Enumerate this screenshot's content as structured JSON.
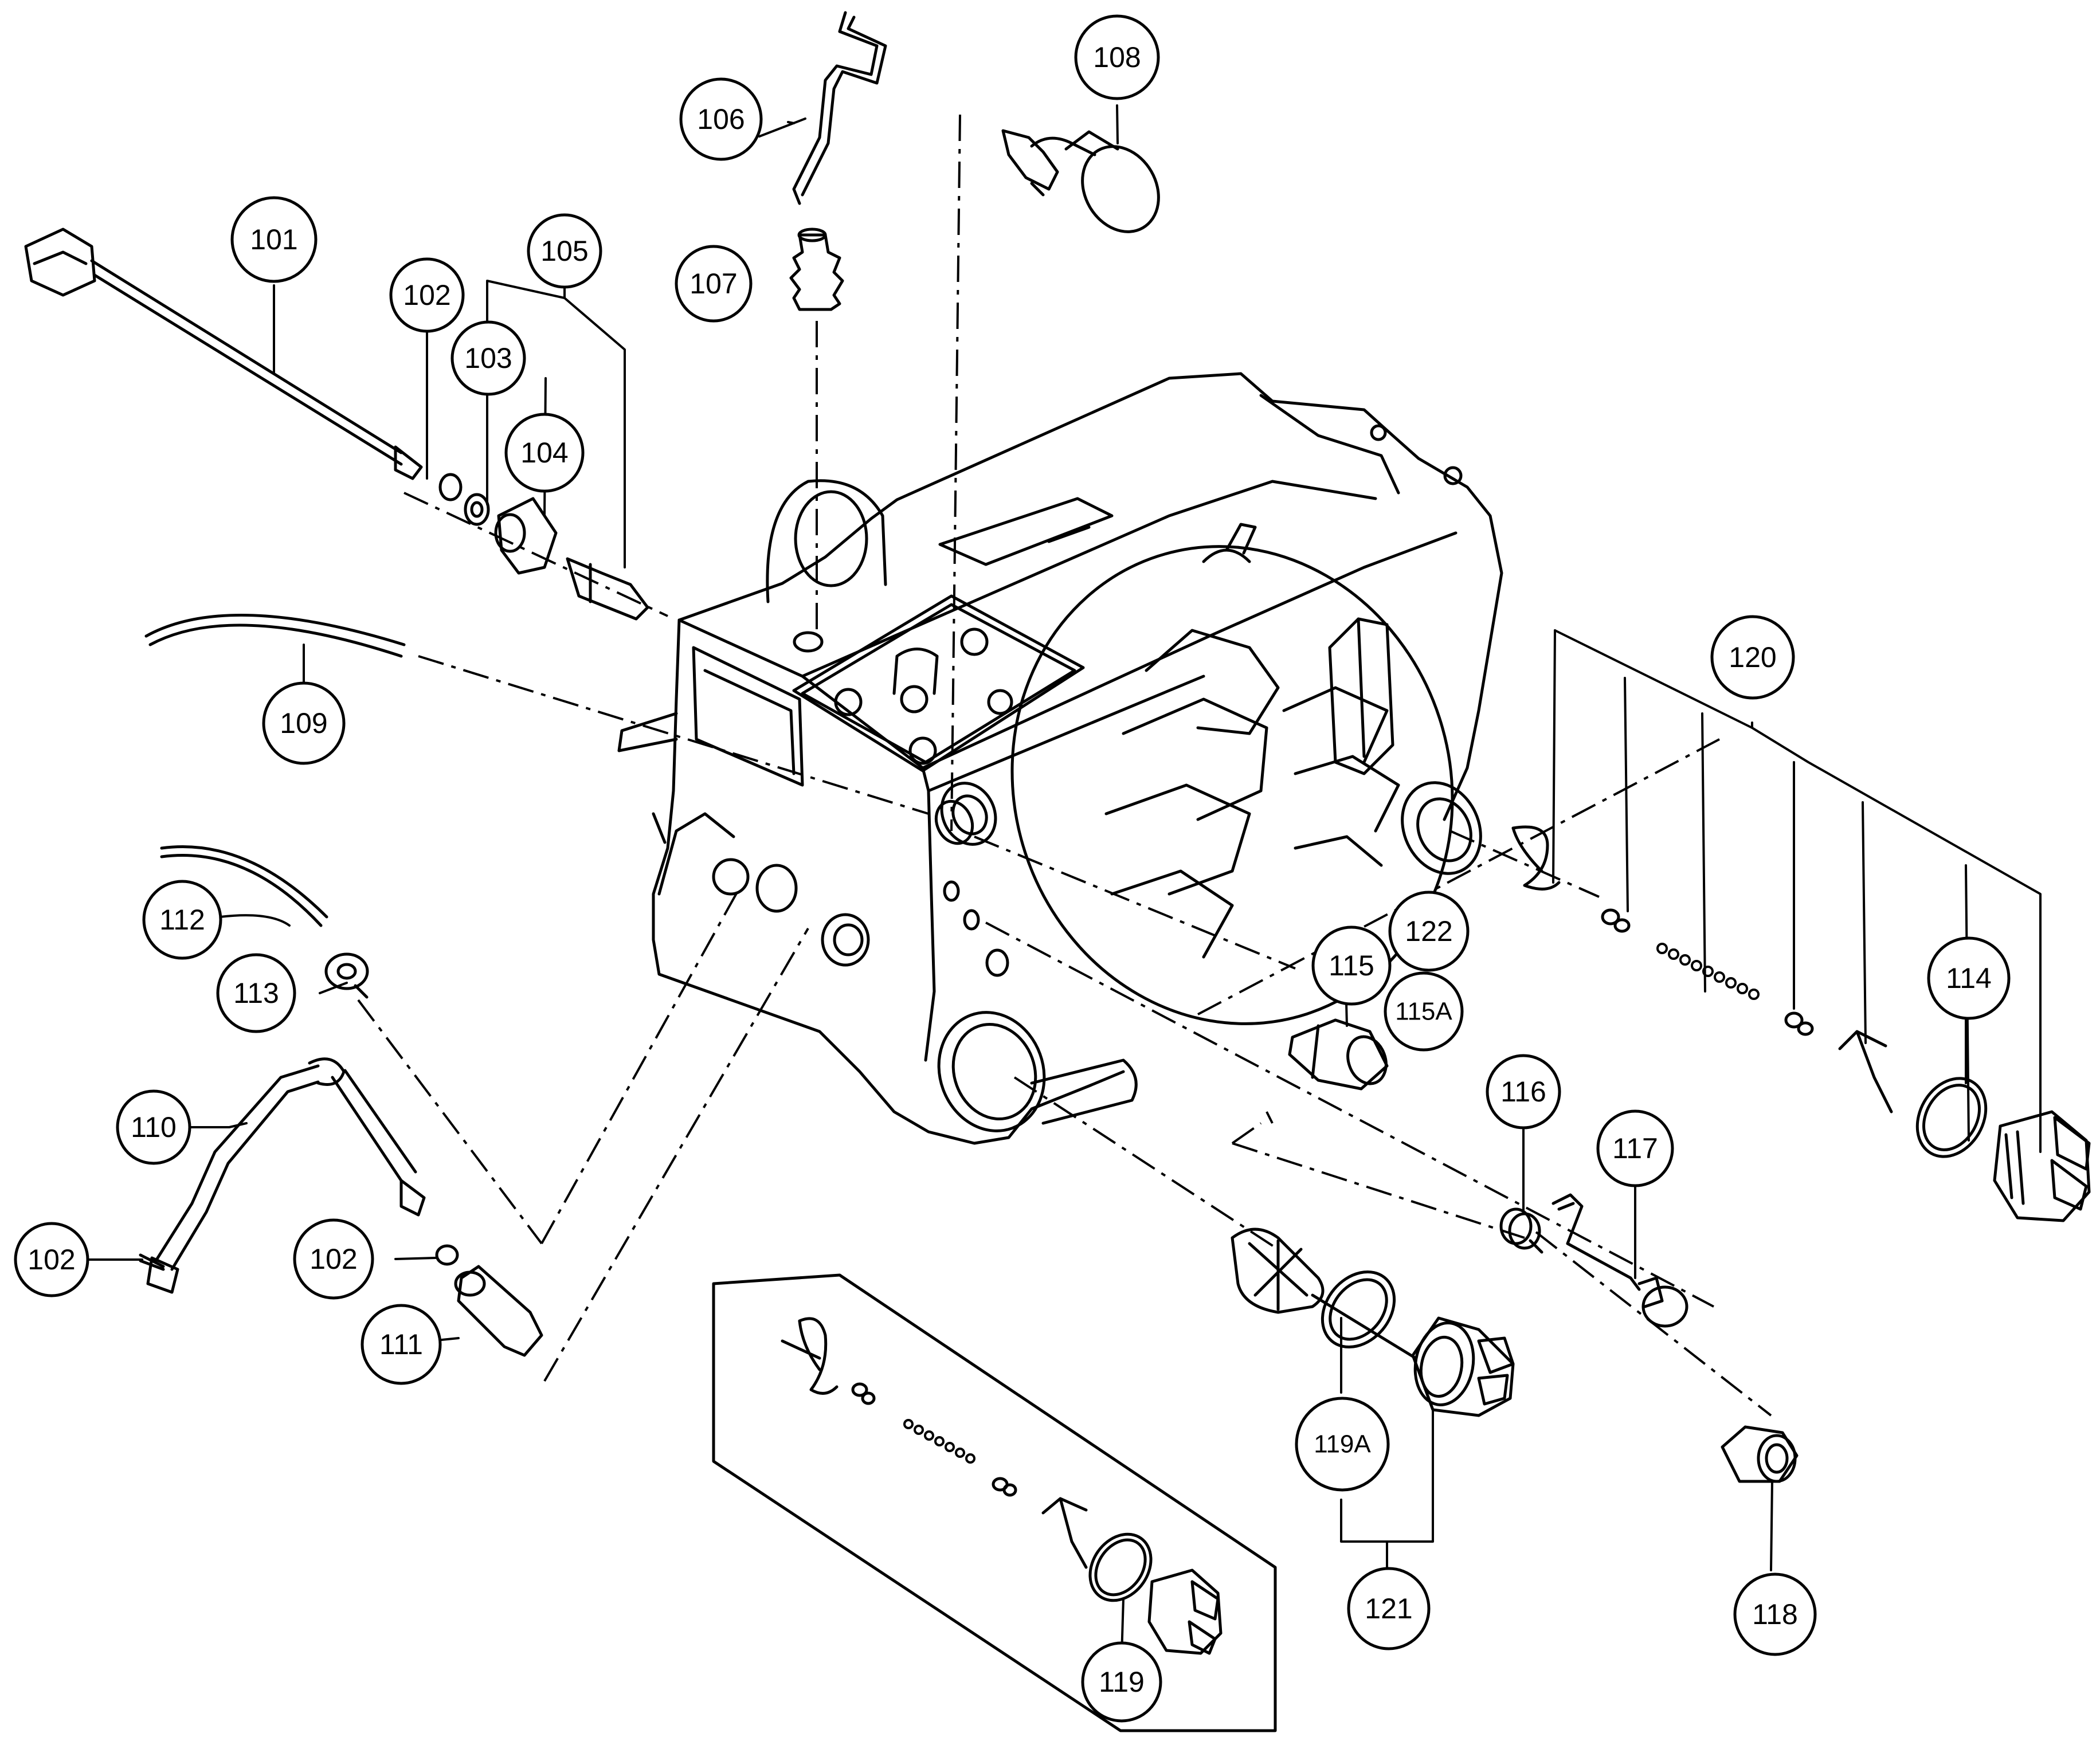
{
  "callouts": {
    "c101": "101",
    "c102a": "102",
    "c102b": "102",
    "c102c": "102",
    "c103": "103",
    "c104": "104",
    "c105": "105",
    "c106": "106",
    "c107": "107",
    "c108": "108",
    "c109": "109",
    "c110": "110",
    "c111": "111",
    "c112": "112",
    "c113": "113",
    "c114": "114",
    "c115": "115",
    "c115a": "115A",
    "c116": "116",
    "c117": "117",
    "c118": "118",
    "c119": "119",
    "c119a": "119A",
    "c120": "120",
    "c121": "121",
    "c122": "122"
  },
  "colors": {
    "ink": "#000000",
    "paper": "#ffffff"
  }
}
